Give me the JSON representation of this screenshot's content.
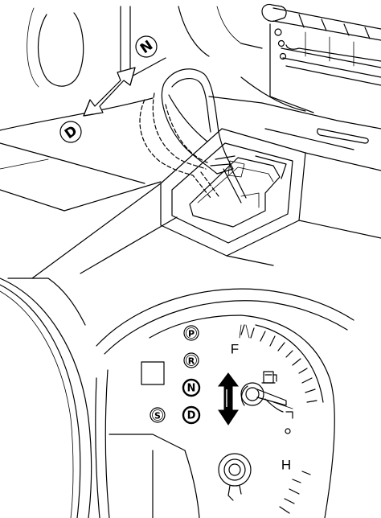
{
  "upper_view": {
    "shift_labels": {
      "toward_rear": "D",
      "toward_front": "N"
    }
  },
  "lower_view": {
    "shift_indicators": [
      {
        "letter": "P",
        "state": "outline"
      },
      {
        "letter": "R",
        "state": "outline"
      },
      {
        "letter": "N",
        "state": "highlighted"
      },
      {
        "letter": "D",
        "state": "highlighted"
      },
      {
        "letter": "S",
        "state": "outline"
      }
    ],
    "fuel_gauge": {
      "full_label": "F"
    },
    "temp_gauge": {
      "hot_label": "H"
    }
  },
  "colors": {
    "line": "#000000",
    "background": "#ffffff"
  }
}
